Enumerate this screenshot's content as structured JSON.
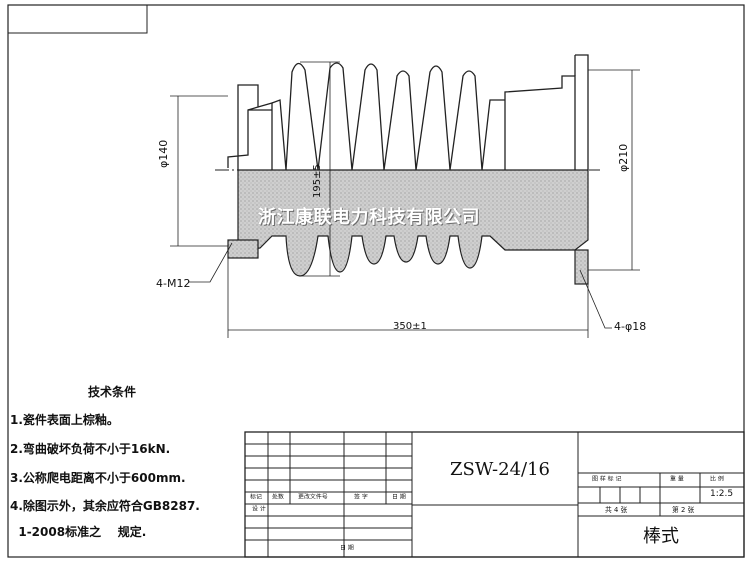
{
  "watermark": "浙江康联电力科技有限公司",
  "dimensions": {
    "dia_flange_left": "φ140",
    "dia_flange_right": "φ210",
    "shed_dia": "195±5",
    "overall_length": "350±1",
    "left_holes": "4-M12",
    "right_holes": "4-φ18"
  },
  "tech_requirements": {
    "title": "技术条件",
    "items": [
      "1.瓷件表面上棕釉。",
      "2.弯曲破坏负荷不小于16kN.",
      "3.公称爬电距离不小于600mm.",
      "4.除图示外，其余应符合GB8287.",
      "  1-2008标准之    规定."
    ]
  },
  "title_block": {
    "model": "ZSW-24/16",
    "name": "棒式",
    "scale": "1:2.5",
    "sheet_total": "共 4 张",
    "sheet_no": "第 2 张",
    "col_labels": [
      "标记",
      "处数",
      "更改文件号",
      "签 字",
      "日 期"
    ],
    "design_label": "设 计",
    "date_label": "日 期",
    "stage_label": "图 样 标 记",
    "weight_label": "重 量",
    "scale_label": "比 例"
  }
}
